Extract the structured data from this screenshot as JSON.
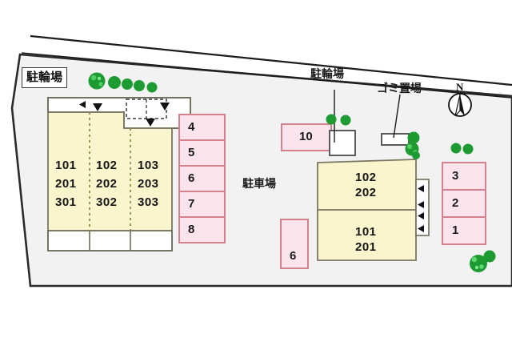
{
  "plan": {
    "title": "apartment-site-plan",
    "colors": {
      "site_fill": "#f2f2f2",
      "site_stroke": "#2b2b2b",
      "building_fill": "#faf5cd",
      "building_stroke": "#7a7662",
      "stall_fill": "#fbe4ec",
      "stall_stroke": "#d4808f",
      "tree_green": "#1d9b32",
      "road_stroke": "#1c1c1c",
      "text": "#161616"
    }
  },
  "labels": {
    "bicycle_parking_left": "駐輪場",
    "bicycle_parking_center": "駐輪場",
    "garbage_area": "ゴミ置場",
    "car_parking": "駐車場",
    "north": "N"
  },
  "buildings": [
    {
      "name": "left-building",
      "units": [
        {
          "column": 1,
          "rooms": [
            "101",
            "201",
            "301"
          ]
        },
        {
          "column": 2,
          "rooms": [
            "102",
            "202",
            "302"
          ]
        },
        {
          "column": 3,
          "rooms": [
            "103",
            "203",
            "303"
          ]
        }
      ]
    },
    {
      "name": "right-building",
      "units": [
        {
          "column": 1,
          "rooms": [
            "102",
            "202"
          ]
        },
        {
          "column": 2,
          "rooms": [
            "101",
            "201"
          ]
        }
      ]
    }
  ],
  "parking_stalls": [
    {
      "id": "stall-4",
      "number": "4"
    },
    {
      "id": "stall-5",
      "number": "5"
    },
    {
      "id": "stall-6",
      "number": "6"
    },
    {
      "id": "stall-7",
      "number": "7"
    },
    {
      "id": "stall-8",
      "number": "8"
    },
    {
      "id": "stall-10",
      "number": "10"
    },
    {
      "id": "stall-6b",
      "number": "6"
    },
    {
      "id": "stall-3",
      "number": "3"
    },
    {
      "id": "stall-2",
      "number": "2"
    },
    {
      "id": "stall-1",
      "number": "1"
    }
  ]
}
